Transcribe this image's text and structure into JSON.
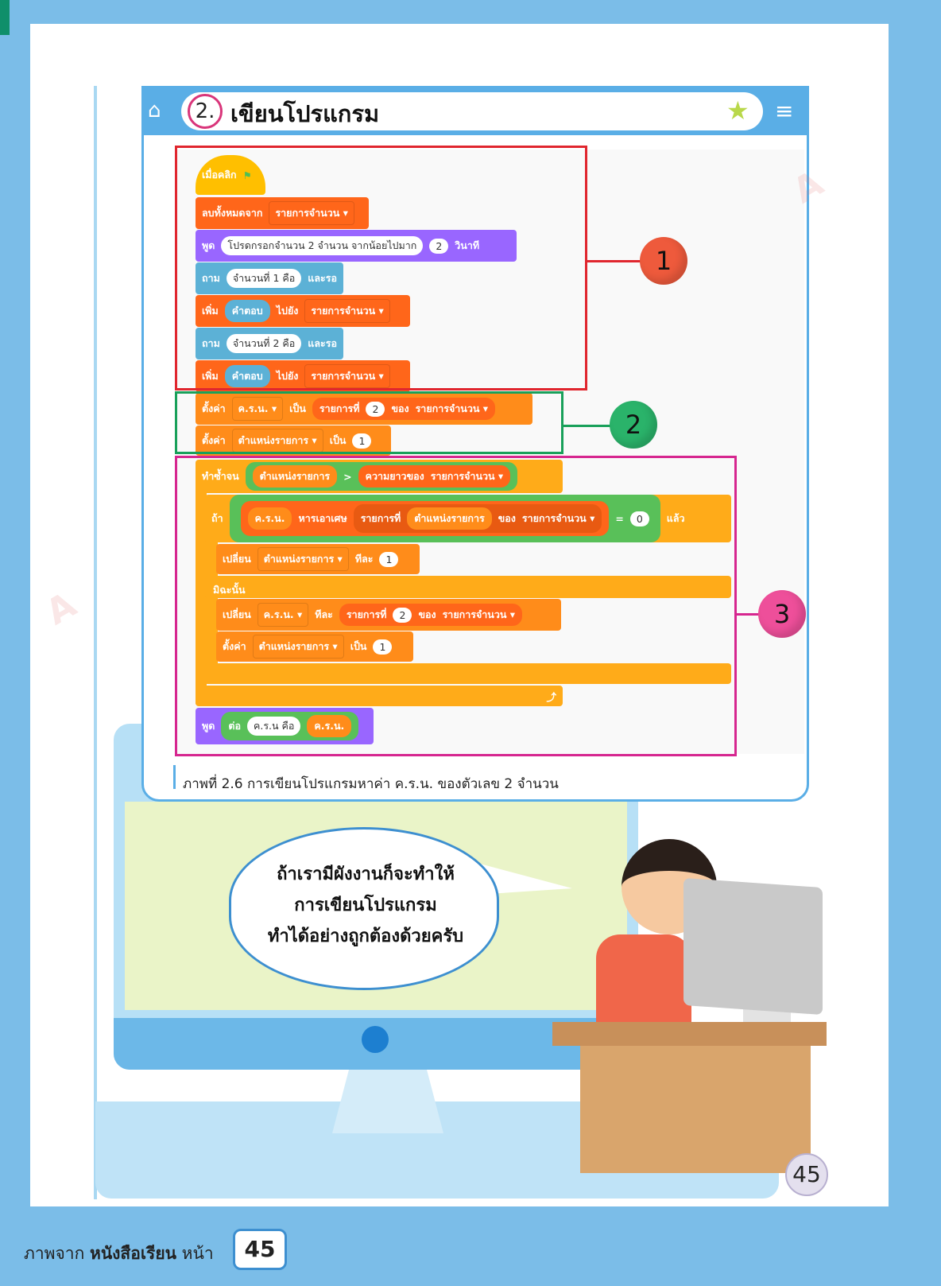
{
  "header": {
    "number": "2.",
    "title": "เขียนโปรแกรม"
  },
  "blocks": {
    "hat": "เมื่อคลิก",
    "clear": {
      "label": "ลบทั้งหมดจาก",
      "list": "รายการจำนวน ▾"
    },
    "say": {
      "label": "พูด",
      "text": "โปรดกรอกจำนวน 2 จำนวน จากน้อยไปมาก",
      "secs": "2",
      "unit": "วินาที"
    },
    "ask1": {
      "label": "ถาม",
      "text": "จำนวนที่ 1 คือ",
      "wait": "และรอ"
    },
    "add1": {
      "label": "เพิ่ม",
      "answer": "คำตอบ",
      "to": "ไปยัง",
      "list": "รายการจำนวน ▾"
    },
    "ask2": {
      "label": "ถาม",
      "text": "จำนวนที่ 2 คือ",
      "wait": "และรอ"
    },
    "add2": {
      "label": "เพิ่ม",
      "answer": "คำตอบ",
      "to": "ไปยัง",
      "list": "รายการจำนวน ▾"
    },
    "set1": {
      "label": "ตั้งค่า",
      "var": "ค.ร.น. ▾",
      "to": "เป็น",
      "item": "รายการที่",
      "idx": "2",
      "of": "ของ",
      "list": "รายการจำนวน ▾"
    },
    "set2": {
      "label": "ตั้งค่า",
      "var": "ตำแหน่งรายการ ▾",
      "to": "เป็น",
      "val": "1"
    },
    "repeat": {
      "label": "ทำซ้ำจน",
      "var": "ตำแหน่งรายการ",
      "op": ">",
      "len": "ความยาวของ",
      "list": "รายการจำนวน ▾"
    },
    "if": {
      "label": "ถ้า",
      "var": "ค.ร.น.",
      "mod": "หารเอาเศษ",
      "item": "รายการที่",
      "pos": "ตำแหน่งรายการ",
      "of": "ของ",
      "list": "รายการจำนวน ▾",
      "eq": "=",
      "val": "0",
      "then": "แล้ว"
    },
    "change1": {
      "label": "เปลี่ยน",
      "var": "ตำแหน่งรายการ ▾",
      "by": "ทีละ",
      "val": "1"
    },
    "else": "มิฉะนั้น",
    "change2": {
      "label": "เปลี่ยน",
      "var": "ค.ร.น. ▾",
      "by": "ทีละ",
      "item": "รายการที่",
      "idx": "2",
      "of": "ของ",
      "list": "รายการจำนวน ▾"
    },
    "set3": {
      "label": "ตั้งค่า",
      "var": "ตำแหน่งรายการ ▾",
      "to": "เป็น",
      "val": "1"
    },
    "loop_arrow": "⤴",
    "say2": {
      "label": "พูด",
      "join": "ต่อ",
      "text": "ค.ร.น คือ",
      "var": "ค.ร.น."
    }
  },
  "callouts": [
    "1",
    "2",
    "3"
  ],
  "caption": "ภาพที่ 2.6 การเขียนโปรแกรมหาค่า ค.ร.น. ของตัวเลข 2 จำนวน",
  "speech": [
    "ถ้าเรามีผังงานก็จะทำให้",
    "การเขียนโปรแกรม",
    "ทำได้อย่างถูกต้องด้วยครับ"
  ],
  "page_number": "45",
  "footer": {
    "prefix": "ภาพจาก",
    "book": "หนังสือเรียน",
    "suffix": "หน้า",
    "page": "45"
  },
  "watermark": "AKSORN"
}
